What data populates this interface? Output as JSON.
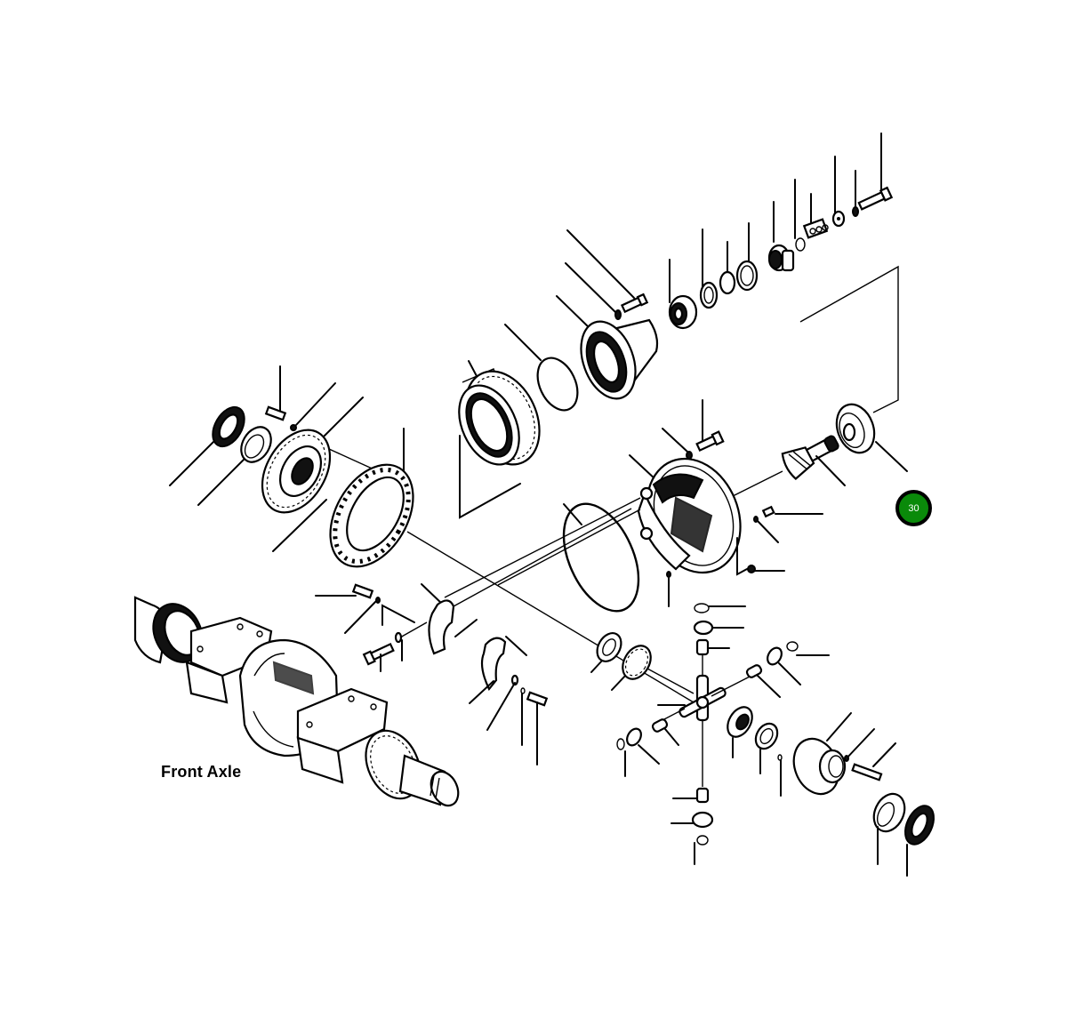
{
  "diagram": {
    "type": "exploded-parts-diagram",
    "caption": "Front Axle",
    "hotspots": [
      {
        "label": "30",
        "fill_color": "#0a8a0a",
        "border_color": "#000000",
        "text_color": "#ffffff"
      }
    ],
    "parts_shown": [
      "axle-housing-assembly",
      "wheel-hub-flange",
      "oil-seal",
      "bearing-cup",
      "toothed-brake-ring",
      "brake-disc-pack",
      "o-ring",
      "carrier-housing",
      "tapered-roller-bearing",
      "spacer-rings",
      "drive-flange",
      "pinion-gear",
      "pinion-bearing",
      "differential-housing",
      "bearing-caps",
      "spider-cross",
      "side-gears",
      "pinion-gears-differential",
      "thrust-washers",
      "bolts-and-washers"
    ]
  }
}
